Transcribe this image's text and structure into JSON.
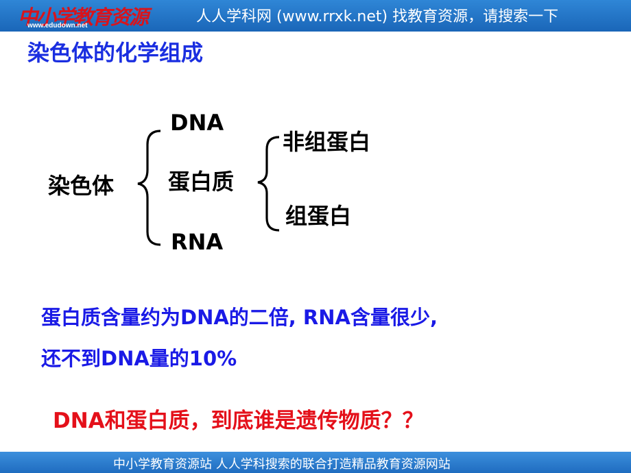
{
  "header": {
    "logo_text": "中小学教育资源",
    "logo_url": "www.edudown.net",
    "slogan": "人人学科网 (www.rrxk.net) 找教育资源，请搜索一下"
  },
  "slide": {
    "title": "染色体的化学组成",
    "diagram": {
      "root": "染色体",
      "children": [
        "DNA",
        "蛋白质",
        "RNA"
      ],
      "protein_children": [
        "非组蛋白",
        "组蛋白"
      ]
    },
    "notes": [
      "蛋白质含量约为DNA的二倍, RNA含量很少,",
      "还不到DNA量的10%"
    ],
    "question": "DNA和蛋白质，到底谁是遗传物质？？"
  },
  "footer": {
    "text": "中小学教育资源站 人人学科搜索的联合打造精品教育资源网站"
  },
  "colors": {
    "header_blue": "#1a66b8",
    "title_blue": "#1a2ee0",
    "note_blue": "#1a1ae6",
    "question_red": "#e4101a",
    "logo_red": "#d8141c"
  }
}
